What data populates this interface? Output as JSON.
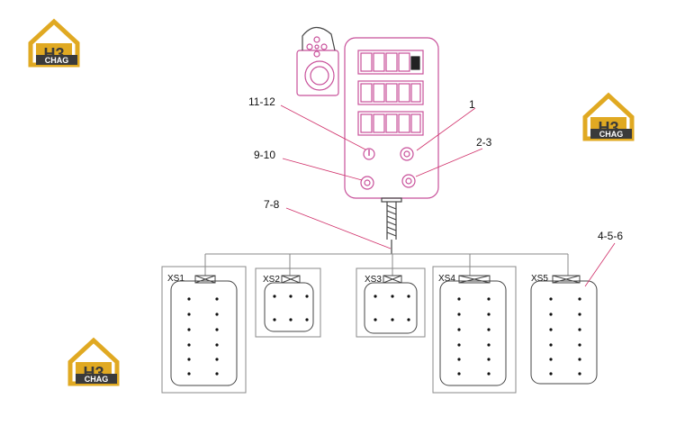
{
  "logo": {
    "mark": "H3",
    "text": "CHAG",
    "gold": "#e0a922",
    "dark": "#3a3a3a"
  },
  "colors": {
    "panel": "#c8509a",
    "callout": "#d0306a",
    "line": "#444444",
    "light": "#8a8a8a"
  },
  "callouts": {
    "c1": "1",
    "c23": "2-3",
    "c456": "4-5-6",
    "c78": "7-8",
    "c910": "9-10",
    "c1112": "11-12"
  },
  "connectors": {
    "xs1": "XS1",
    "xs2": "XS2",
    "xs3": "XS3",
    "xs4": "XS4",
    "xs5": "XS5"
  }
}
